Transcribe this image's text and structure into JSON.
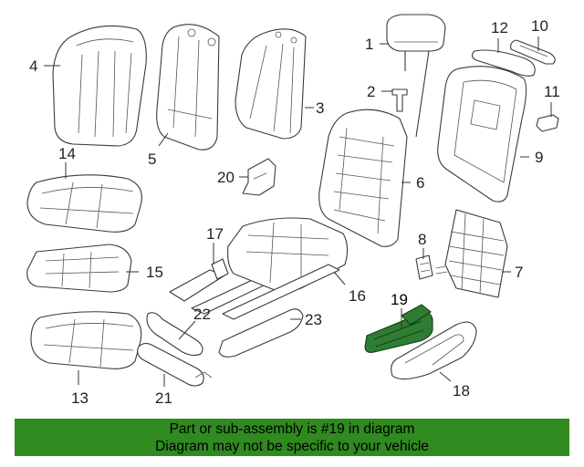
{
  "diagram": {
    "callouts": [
      "1",
      "2",
      "3",
      "4",
      "5",
      "6",
      "7",
      "8",
      "9",
      "10",
      "11",
      "12",
      "13",
      "14",
      "15",
      "16",
      "17",
      "18",
      "19",
      "20",
      "21",
      "22",
      "23"
    ],
    "highlighted_part": "19",
    "colors": {
      "highlight": "#2e7d32",
      "banner": "#2f8a1f",
      "line": "#3a3a3a"
    }
  },
  "banner": {
    "line1": "Part or sub-assembly is #19 in diagram",
    "line2": "Diagram may not be specific to your vehicle"
  }
}
